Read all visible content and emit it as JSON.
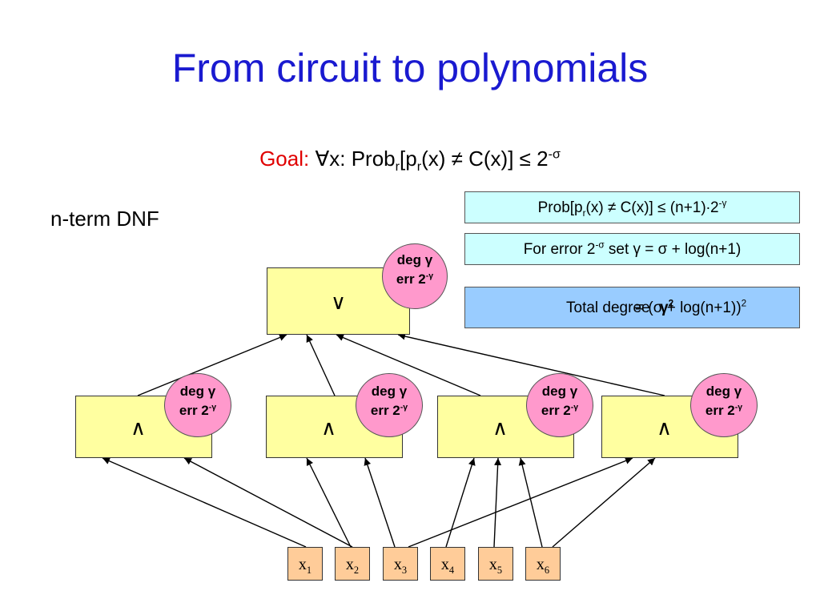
{
  "title": "From circuit to polynomials",
  "goal": {
    "label": "Goal:",
    "statement_a": "x:  Prob",
    "sub_r1": "r",
    "statement_b": "[p",
    "sub_r2": "r",
    "statement_c": "(x) ≠ C(x)] ≤ 2",
    "exp": "-σ"
  },
  "circuit_label": "n-term DNF",
  "info_boxes": {
    "prob": {
      "a": "Prob[p",
      "sub": "r",
      "b": "(x) ≠ C(x)] ≤ (n+1)∙2",
      "exp": "-γ"
    },
    "error": {
      "a": "For error 2",
      "exp": "-σ",
      "b": " set γ = σ + log(n+1)"
    },
    "total_degree": {
      "a": "Total deg",
      "b": "ree",
      "overlay": "= (σ + log(n+1))",
      "exp": "2",
      "gamma_overlay": "γ",
      "gamma_exp": "2"
    }
  },
  "gates": {
    "or": {
      "symbol": "∨",
      "deg": "deg γ",
      "err": "err 2",
      "err_exp": "-γ"
    },
    "and": [
      {
        "symbol": "∧",
        "deg": "deg γ",
        "err": "err 2",
        "err_exp": "-γ"
      },
      {
        "symbol": "∧",
        "deg": "deg γ",
        "err": "err 2",
        "err_exp": "-γ"
      },
      {
        "symbol": "∧",
        "deg": "deg γ",
        "err": "err 2",
        "err_exp": "-γ"
      },
      {
        "symbol": "∧",
        "deg": "deg γ",
        "err": "err 2",
        "err_exp": "-γ"
      }
    ]
  },
  "inputs": [
    {
      "var": "x",
      "sub": "1"
    },
    {
      "var": "x",
      "sub": "2"
    },
    {
      "var": "x",
      "sub": "3"
    },
    {
      "var": "x",
      "sub": "4"
    },
    {
      "var": "x",
      "sub": "5"
    },
    {
      "var": "x",
      "sub": "6"
    }
  ],
  "colors": {
    "title": "#1a1ad0",
    "goal_label": "#e00000",
    "gate_fill": "#ffffa0",
    "bubble_fill": "#ff99cc",
    "input_fill": "#ffcc99",
    "info_fill": "#ccffff",
    "total_fill": "#99ccff"
  }
}
